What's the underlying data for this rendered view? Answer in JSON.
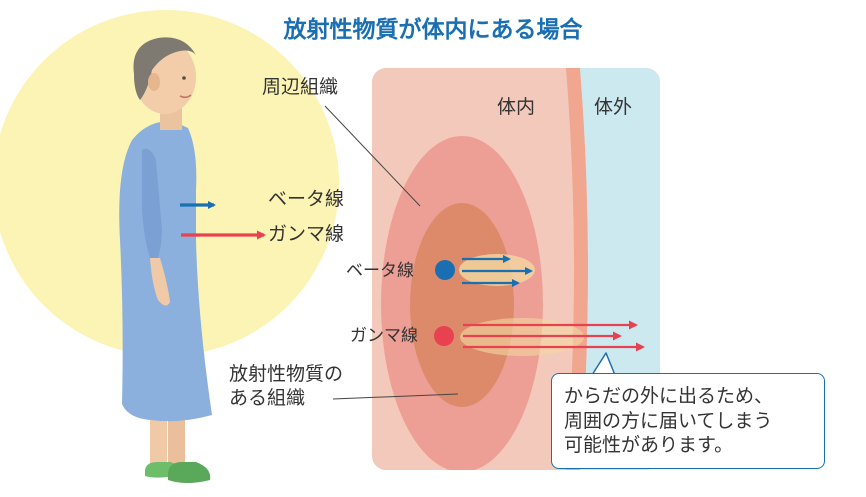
{
  "title": "放射性物質が体内にある場合",
  "labels": {
    "surrounding_tissue": "周辺組織",
    "inside_body": "体内",
    "outside_body": "体外",
    "beta_ray": "ベータ線",
    "gamma_ray": "ガンマ線",
    "tissue_line1": "放射性物質の",
    "tissue_line2": "ある組織"
  },
  "callout": {
    "line1": "からだの外に出るため、",
    "line2": "周囲の方に届いてしまう",
    "line3": "可能性があります。"
  },
  "colors": {
    "title": "#1a6fb3",
    "beta": "#1a6fb3",
    "gamma": "#e8414f",
    "outer_tissue": "#f3c9bb",
    "middle_tissue": "#ee9f95",
    "inner_tissue": "#dd8a6b",
    "outside_body": "#cce9f0",
    "sun_halo": "#fbf4b4"
  },
  "icons": [
    "patient-figure-icon",
    "beta-source-dot-icon",
    "gamma-source-dot-icon"
  ]
}
